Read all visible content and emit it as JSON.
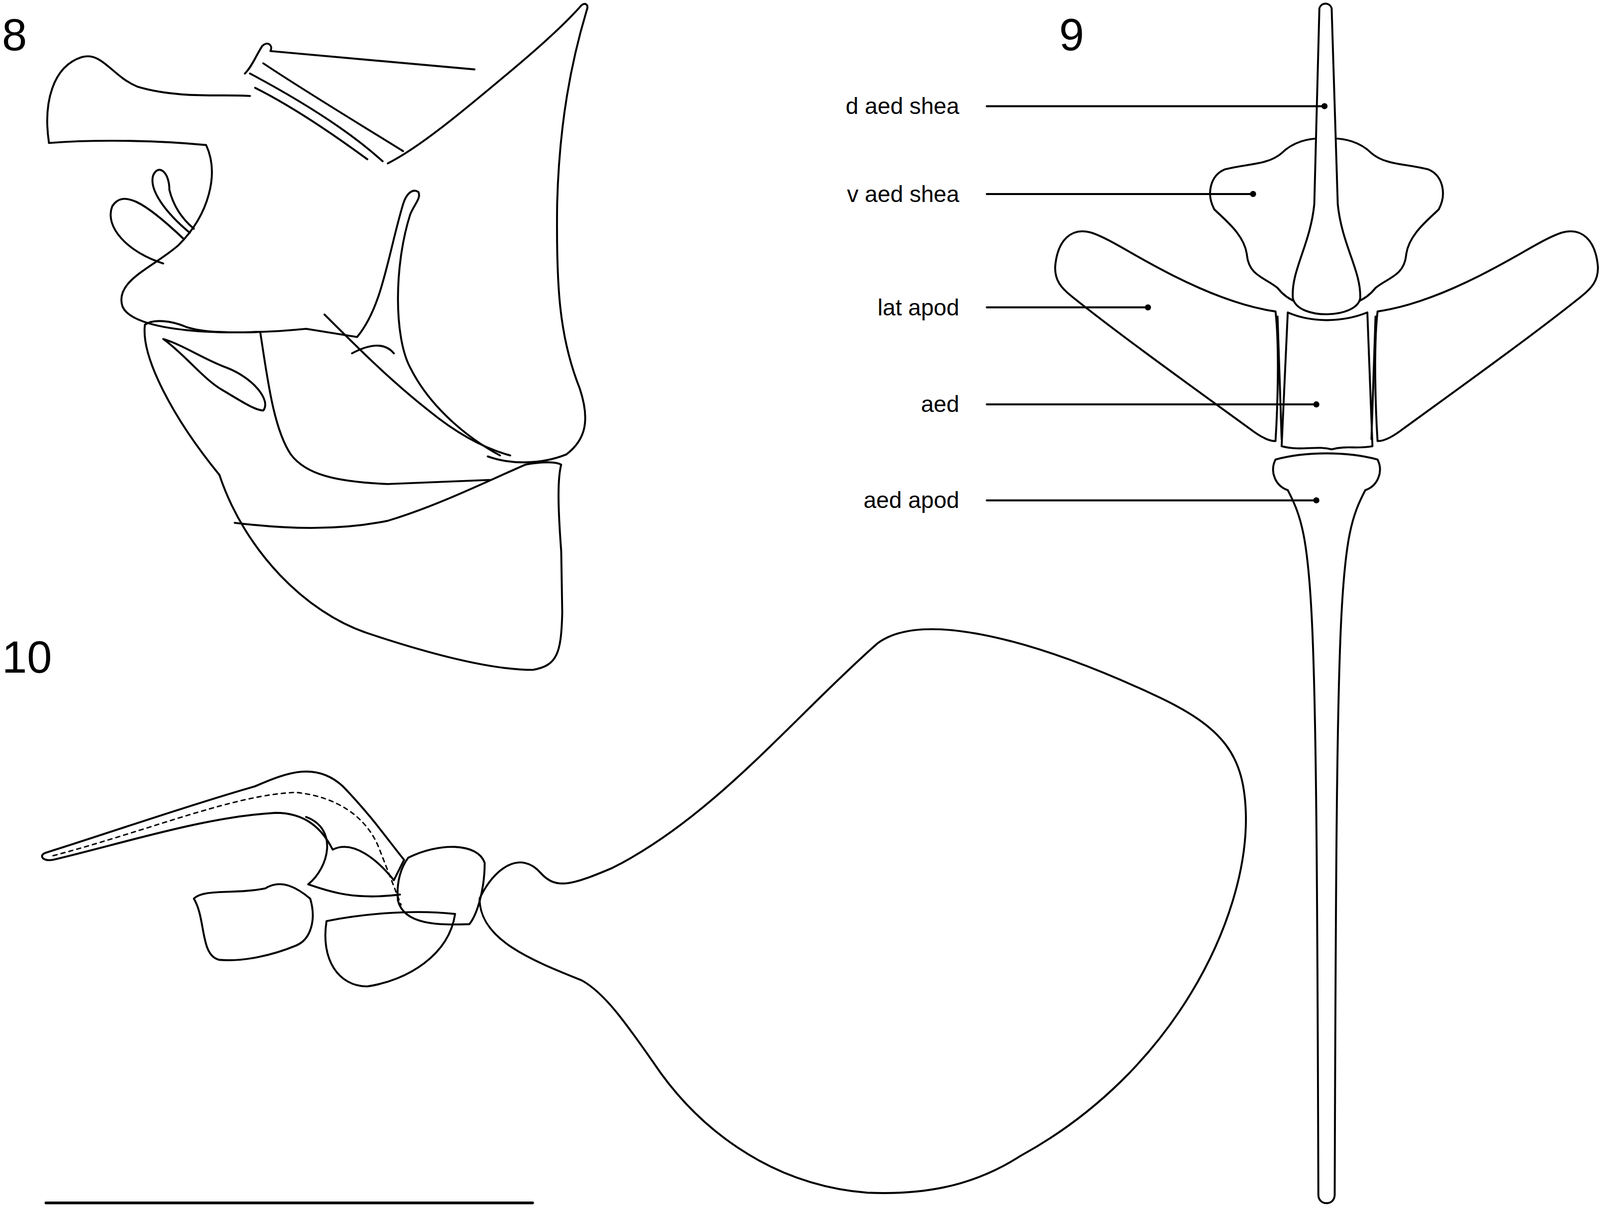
{
  "diagram": {
    "labels": [
      "8",
      "9",
      "10",
      "d aed shea",
      "v aed shea",
      "lat apod",
      "aed",
      "aed apod"
    ]
  }
}
